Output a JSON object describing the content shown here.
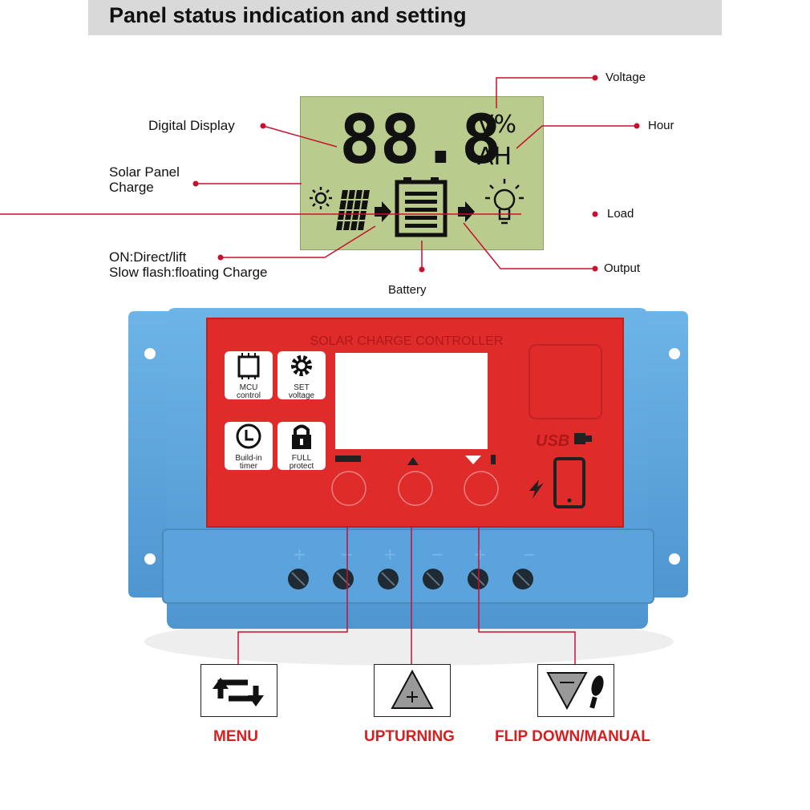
{
  "header": {
    "title": "Panel status indication and setting"
  },
  "lcd": {
    "digits": "88.8",
    "unit_top": "V%",
    "unit_bottom": "AH"
  },
  "labels": {
    "voltage": "Voltage",
    "hour": "Hour",
    "digital_display": "Digital Display",
    "solar_panel_charge_1": "Solar Panel",
    "solar_panel_charge_2": "Charge",
    "load": "Load",
    "on_direct_1": "ON:Direct/lift",
    "on_direct_2": "Slow flash:floating Charge",
    "output": "Output",
    "battery": "Battery"
  },
  "device": {
    "title": "SOLAR CHARGE CONTROLLER",
    "usb": "USB",
    "icons": [
      {
        "name": "mcu",
        "line1": "MCU",
        "line2": "control"
      },
      {
        "name": "set",
        "line1": "SET",
        "line2": "voltage"
      },
      {
        "name": "timer",
        "line1": "Build-in",
        "line2": "timer"
      },
      {
        "name": "protect",
        "line1": "FULL",
        "line2": "protect"
      }
    ]
  },
  "controls": {
    "menu": "MENU",
    "up": "UPTURNING",
    "down": "FLIP DOWN/MANUAL"
  },
  "colors": {
    "panel_red": "#e02b2b",
    "case_blue": "#5aa3dc",
    "lcd_green": "#b9cc8d",
    "label_red": "#d81e1e",
    "leader_red": "#c8102e"
  }
}
